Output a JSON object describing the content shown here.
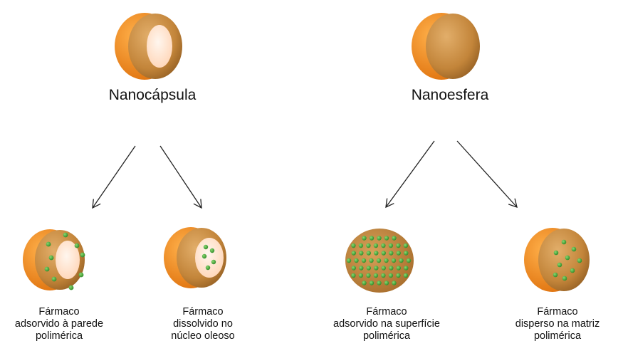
{
  "titles": {
    "left": "Nanocápsula",
    "right": "Nanoesfera"
  },
  "captions": [
    [
      "Fármaco",
      "adsorvido à parede",
      "polimérica"
    ],
    [
      "Fármaco",
      "dissolvido no",
      "núcleo oleoso"
    ],
    [
      "Fármaco",
      "adsorvido na superfície",
      "polimérica"
    ],
    [
      "Fármaco",
      "disperso na matriz",
      "polimérica"
    ]
  ],
  "colors": {
    "orange_shell": "#f08c1e",
    "polymer": "#c78a3e",
    "oily_core": "#ffe0c8",
    "drug": "#4caa3c"
  }
}
